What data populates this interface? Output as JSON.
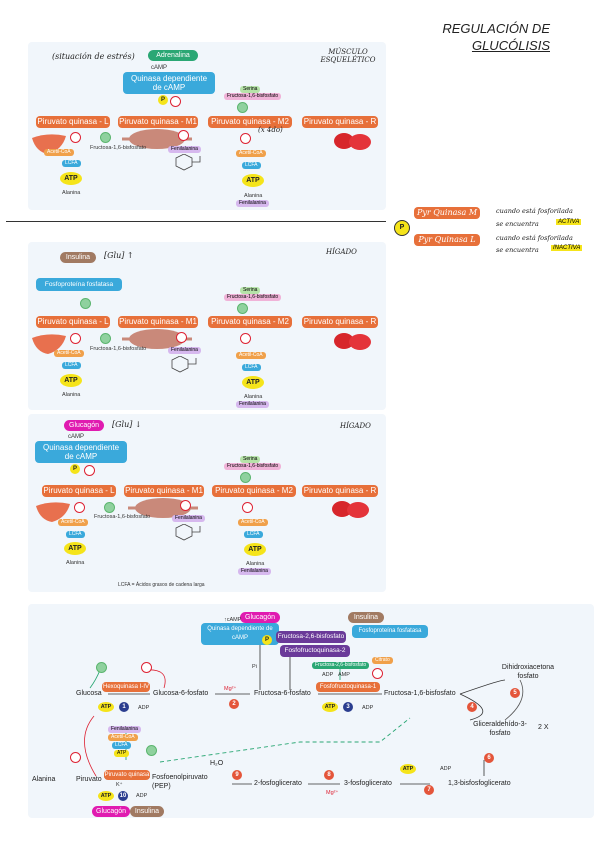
{
  "title": {
    "line1": "REGULACIÓN DE",
    "line2": "GLUCÓLISIS"
  },
  "panel1": {
    "note": "(situación de estrés)",
    "hormone": "Adrenalina",
    "camp": "cAMP",
    "kinase": "Quinasa dependiente de cAMP",
    "p": "P",
    "tissue": "MÚSCULO ESQUELÉTICO",
    "enzymes": [
      "Piruvato quinasa - L",
      "Piruvato quinasa - M1",
      "Piruvato quinasa - M2",
      "Piruvato quinasa - R"
    ],
    "fructose": "Fructosa-1,6-bisfosfato",
    "phenylalanine": "Fenilalanina",
    "serine": "Serina",
    "fructose_m2": "Fructosa-1,6-bisfosfato",
    "times4": "(x 4do)",
    "acetylcoa": "Acetil-CoA",
    "lcfa": "LCFA",
    "atp": "ATP",
    "alanine": "Alanina",
    "m2_inhibitors": [
      "Acetil-CoA",
      "LCFA",
      "ATP",
      "Alanina",
      "Fenilalanina"
    ]
  },
  "legend_right": {
    "p": "P",
    "m_label": "Pyr Quinasa M",
    "m_text1": "cuando está fosforilada",
    "m_text2": "se encuentra",
    "m_state": "ACTIVA",
    "l_label": "Pyr Quinasa L",
    "l_text1": "cuando está fosforilada",
    "l_text2": "se encuentra",
    "l_state": "INACTIVA"
  },
  "panel2": {
    "insulin": "Insulina",
    "note": "[Glu] ↑",
    "tissue": "HÍGADO",
    "phosphatase": "Fosfoproteína fosfatasa",
    "enzymes": [
      "Piruvato quinasa - L",
      "Piruvato quinasa - M1",
      "Piruvato quinasa - M2",
      "Piruvato quinasa - R"
    ],
    "fructose": "Fructosa-1,6-bisfosfato",
    "phenylalanine": "Fenilalanina",
    "serine": "Serina",
    "fructose_m2": "Fructosa-1,6-bisfosfato",
    "acetylcoa": "Acetil-CoA",
    "lcfa": "LCFA",
    "atp": "ATP",
    "alanine": "Alanina",
    "alanine2": "Fenilalanina"
  },
  "panel3": {
    "hormone": "Glucagón",
    "note": "[Glu] ↓",
    "tissue": "HÍGADO",
    "camp": "cAMP",
    "kinase": "Quinasa dependiente de cAMP",
    "p": "P",
    "enzymes": [
      "Piruvato quinasa - L",
      "Piruvato quinasa - M1",
      "Piruvato quinasa - M2",
      "Piruvato quinasa - R"
    ],
    "fructose": "Fructosa-1,6-bisfosfato",
    "phenylalanine": "Fenilalanina",
    "serine": "Serina",
    "fructose_m2": "Fructosa-1,6-bisfosfato",
    "acetylcoa": "Acetil-CoA",
    "lcfa": "LCFA",
    "atp": "ATP",
    "alanine": "Alanina",
    "alanine2": "Fenilalanina",
    "footnote": "LCFA = Ácidos grasos de cadena larga"
  },
  "pathway": {
    "glucagon": "Glucagón",
    "insulin": "Insulina",
    "camp": "↑cAMP",
    "kinase": "Quinasa dependiente de cAMP",
    "phosphatase": "Fosfoproteína fosfatasa",
    "f26bp": "Fructosa-2,6-bisfosfato",
    "pfk2": "Fosfofructoquinasa-2",
    "p": "P",
    "pi": "Pi",
    "glucose": "Glucosa",
    "hexokinase": "Hexoquinasa I-IV",
    "g6p": "Glucosa-6-fosfato",
    "f6p": "Fructosa-6-fosfato",
    "pfk1": "Fosfofructoquinasa-1",
    "f16bp": "Fructosa-1,6-bisfosfato",
    "f26bp_small": "Fructosa-2,6-bisfosfato",
    "citrate": "Citrato",
    "dhap": "Dihidroxiacetona fosfato",
    "g3p": "Gliceraldehído-3-fosfato",
    "x2": "2 X",
    "mg": "Mg²⁺",
    "atp": "ATP",
    "adp": "ADP",
    "amp": "AMP",
    "alanine": "Alanina",
    "pyruvate": "Piruvato",
    "pk": "Piruvato quinasa",
    "pep": "Fosfoenolpiruvato (PEP)",
    "pg2": "2-fosfoglicerato",
    "pg3": "3-fosfoglicerato",
    "bpg13": "1,3-bisfosfoglicerato",
    "h2o": "H₂O",
    "pk_inhibitors": [
      "Fenilalanina",
      "Acetil-CoA",
      "LCFA",
      "ATP"
    ],
    "kplus": "K⁺",
    "steps": [
      "1",
      "2",
      "3",
      "4",
      "5",
      "6",
      "7",
      "8",
      "9",
      "10"
    ]
  },
  "colors": {
    "enzyme": "#e7703a",
    "cyan": "#3aa9db",
    "purple": "#6a3a99",
    "magenta": "#e01bb0",
    "adrenaline": "#2aa774",
    "insulin": "#a17a62",
    "atp": "#f5e41a",
    "step": "#e4553a",
    "panel": "#f1f6fb"
  }
}
